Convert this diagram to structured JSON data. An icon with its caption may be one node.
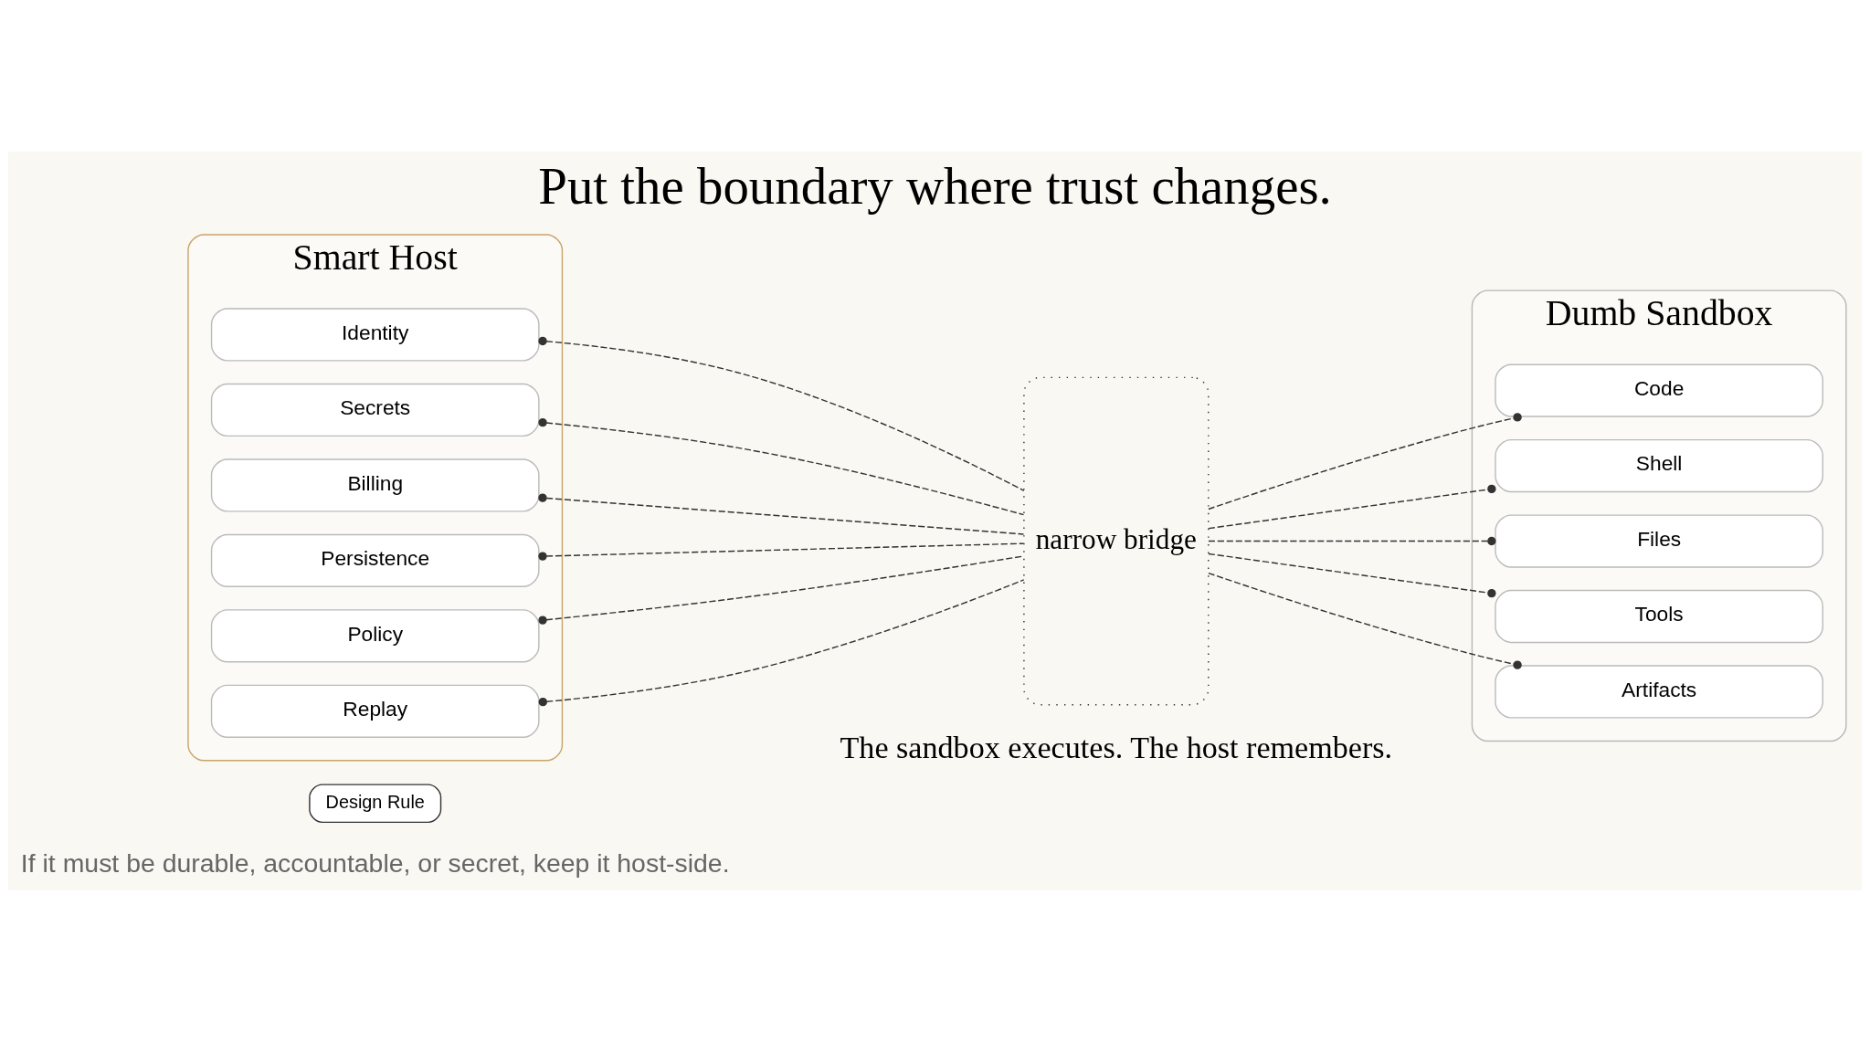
{
  "diagram": {
    "title": "Put the boundary where trust changes.",
    "caption": "The sandbox executes. The host remembers.",
    "nodes": [
      {
        "text": [
          "Design Rule"
        ]
      },
      {
        "text": [
          "Smart Host"
        ]
      },
      {
        "text": [
          "Identity"
        ],
        "in": 1
      },
      {
        "text": [
          "Secrets"
        ],
        "in": 1
      },
      {
        "text": [
          "Billing"
        ],
        "in": 1
      },
      {
        "text": [
          "Persistence"
        ],
        "in": 1
      },
      {
        "text": [
          "Policy"
        ],
        "in": 1
      },
      {
        "text": [
          "Replay"
        ],
        "in": 1
      },
      {
        "text": [
          "narrow bridge"
        ]
      },
      {
        "text": [
          "Dumb Sandbox"
        ]
      },
      {
        "text": [
          "Code"
        ],
        "in": 9
      },
      {
        "text": [
          "Shell"
        ],
        "in": 9
      },
      {
        "text": [
          "Files"
        ],
        "in": 9
      },
      {
        "text": [
          "Tools"
        ],
        "in": 9
      },
      {
        "text": [
          "Artifacts"
        ],
        "in": 9
      }
    ],
    "edges": [
      {
        "from": 2,
        "to": 8,
        "arrow": "other",
        "style": "dashed"
      },
      {
        "from": 3,
        "to": 8,
        "arrow": "other",
        "style": "dashed"
      },
      {
        "from": 4,
        "to": 8,
        "arrow": "other",
        "style": "dashed"
      },
      {
        "from": 5,
        "to": 8,
        "arrow": "other",
        "style": "dashed"
      },
      {
        "from": 6,
        "to": 8,
        "arrow": "other",
        "style": "dashed"
      },
      {
        "from": 7,
        "to": 8,
        "arrow": "other",
        "style": "dashed"
      },
      {
        "from": 10,
        "to": 8,
        "arrow": "other",
        "style": "dashed"
      },
      {
        "from": 11,
        "to": 8,
        "arrow": "other",
        "style": "dashed"
      },
      {
        "from": 12,
        "to": 8,
        "arrow": "other",
        "style": "dashed"
      },
      {
        "from": 13,
        "to": 8,
        "arrow": "other",
        "style": "dashed"
      },
      {
        "from": 14,
        "to": 8,
        "arrow": "other",
        "style": "dashed"
      }
    ],
    "labels": [
      "If it must be durable, accountable, or secret, keep it host-side."
    ]
  }
}
